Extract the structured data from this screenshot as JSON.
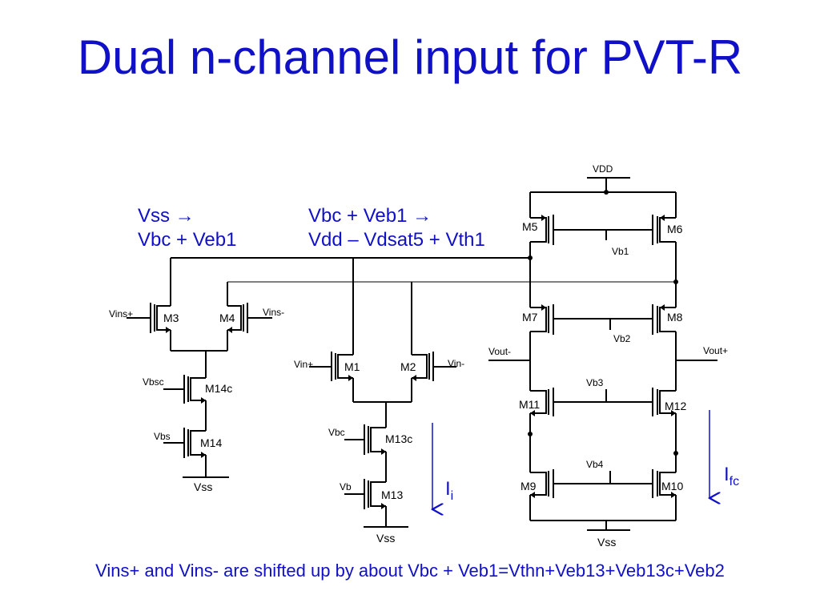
{
  "slide": {
    "title": "Dual n-channel input for PVT-R",
    "caption": "Vins+ and Vins- are shifted up by about Vbc + Veb1=Vthn+Veb13+Veb13c+Veb2"
  },
  "notes": {
    "left": {
      "line1": "Vss →",
      "line2": "Vbc + Veb1"
    },
    "right": {
      "line1": "Vbc + Veb1 →",
      "line2": "Vdd – Vdsat5 + Vth1"
    }
  },
  "labels": {
    "vdd": "VDD",
    "m5": "M5",
    "m6": "M6",
    "vb1": "Vb1",
    "m7": "M7",
    "m8": "M8",
    "vb2": "Vb2",
    "vout_minus": "Vout-",
    "vout_plus": "Vout+",
    "m11": "M11",
    "m12": "M12",
    "vb3": "Vb3",
    "m9": "M9",
    "m10": "M10",
    "vb4": "Vb4",
    "vss_right": "Vss",
    "m3": "M3",
    "m4": "M4",
    "vins_plus": "Vins+",
    "vins_minus": "Vins-",
    "vbsc": "Vbsc",
    "m14c": "M14c",
    "vbs": "Vbs",
    "m14": "M14",
    "vss_left": "Vss",
    "m1": "M1",
    "m2": "M2",
    "vin_plus": "Vin+",
    "vin_minus": "Vin-",
    "vbc": "Vbc",
    "m13c": "M13c",
    "vb": "Vb",
    "m13": "M13",
    "vss_mid": "Vss"
  },
  "currents": {
    "ii": {
      "main": "I",
      "sub": "i"
    },
    "ifc": {
      "main": "I",
      "sub": "fc"
    }
  },
  "colors": {
    "accent": "#1010c8",
    "wire": "#000000"
  }
}
